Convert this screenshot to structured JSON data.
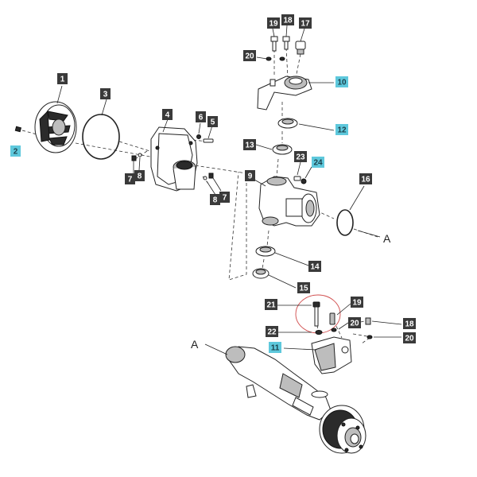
{
  "callouts": [
    {
      "id": "c1",
      "label": "1",
      "highlight": false
    },
    {
      "id": "c2",
      "label": "2",
      "highlight": true
    },
    {
      "id": "c3",
      "label": "3",
      "highlight": false
    },
    {
      "id": "c4",
      "label": "4",
      "highlight": false
    },
    {
      "id": "c5",
      "label": "5",
      "highlight": false
    },
    {
      "id": "c6",
      "label": "6",
      "highlight": false
    },
    {
      "id": "c7a",
      "label": "7",
      "highlight": false
    },
    {
      "id": "c8a",
      "label": "8",
      "highlight": false
    },
    {
      "id": "c8b",
      "label": "8",
      "highlight": false
    },
    {
      "id": "c7b",
      "label": "7",
      "highlight": false
    },
    {
      "id": "c9",
      "label": "9",
      "highlight": false
    },
    {
      "id": "c10",
      "label": "10",
      "highlight": true
    },
    {
      "id": "c11",
      "label": "11",
      "highlight": true
    },
    {
      "id": "c12",
      "label": "12",
      "highlight": true
    },
    {
      "id": "c13",
      "label": "13",
      "highlight": false
    },
    {
      "id": "c14",
      "label": "14",
      "highlight": false
    },
    {
      "id": "c15",
      "label": "15",
      "highlight": false
    },
    {
      "id": "c16",
      "label": "16",
      "highlight": false
    },
    {
      "id": "c17",
      "label": "17",
      "highlight": false
    },
    {
      "id": "c18a",
      "label": "18",
      "highlight": false
    },
    {
      "id": "c19a",
      "label": "19",
      "highlight": false
    },
    {
      "id": "c20a",
      "label": "20",
      "highlight": false
    },
    {
      "id": "c21",
      "label": "21",
      "highlight": false
    },
    {
      "id": "c22",
      "label": "22",
      "highlight": false
    },
    {
      "id": "c23",
      "label": "23",
      "highlight": false
    },
    {
      "id": "c24",
      "label": "24",
      "highlight": true
    },
    {
      "id": "c19b",
      "label": "19",
      "highlight": false
    },
    {
      "id": "c20b",
      "label": "20",
      "highlight": false
    },
    {
      "id": "c18b",
      "label": "18",
      "highlight": false
    },
    {
      "id": "c20c",
      "label": "20",
      "highlight": false
    }
  ],
  "refs": {
    "a1": "A",
    "a2": "A"
  },
  "colors": {
    "label_dark": "#3a3a3a",
    "label_highlight": "#5ec8dc",
    "circle_marker": "#d04a4a"
  }
}
